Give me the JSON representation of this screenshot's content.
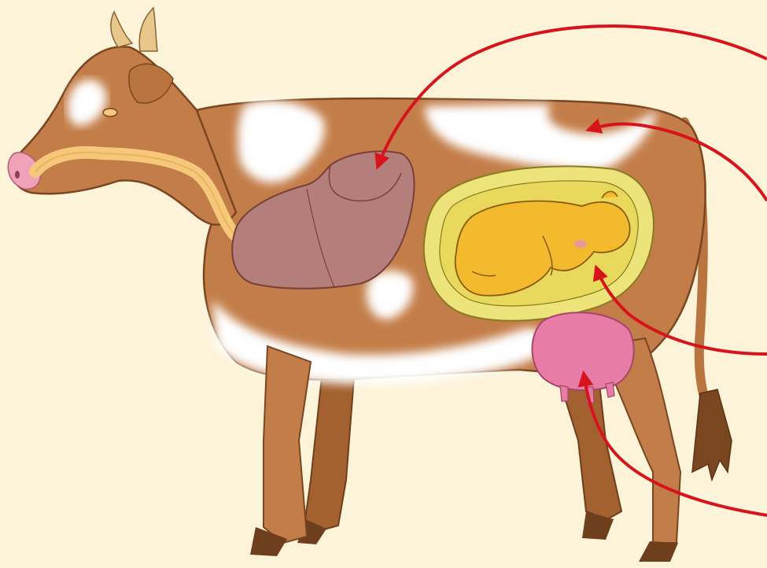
{
  "diagram": {
    "subject": "cow-anatomy-cutaway",
    "parts": [
      {
        "id": "lungs",
        "color": "#b47f7a"
      },
      {
        "id": "body-tissue",
        "color": "#c37d48"
      },
      {
        "id": "calf-in-womb",
        "color": "#f2ba2c"
      },
      {
        "id": "udder",
        "color": "#e77ca6"
      }
    ],
    "arrows": 4,
    "colors": {
      "background": "#fdf3d9",
      "coat_brown": "#c37d48",
      "coat_white": "#ffffff",
      "arrow_red": "#d7141b",
      "womb_yellow": "#ece37a",
      "esophagus": "#f5c87a"
    }
  }
}
